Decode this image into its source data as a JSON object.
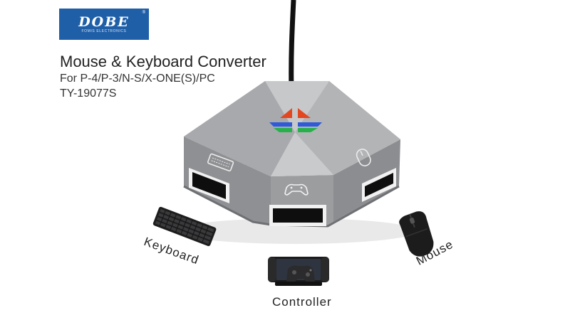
{
  "brand": {
    "name": "DOBE",
    "tagline": "FOMIS ELECTRONICS",
    "registered_mark": "®",
    "color": "#1f5fa8"
  },
  "product": {
    "title": "Mouse & Keyboard Converter",
    "compatibility": "For P-4/P-3/N-S/X-ONE(S)/PC",
    "model": "TY-19077S"
  },
  "labels": {
    "keyboard": "Keyboard",
    "controller": "Controller",
    "mouse": "Mouse"
  },
  "colors": {
    "hub_body": "#a9aaac",
    "hub_top": "#c3c4c6",
    "arrow_red": "#e3471f",
    "arrow_blue": "#2f5bd8",
    "arrow_green": "#27b14a"
  }
}
